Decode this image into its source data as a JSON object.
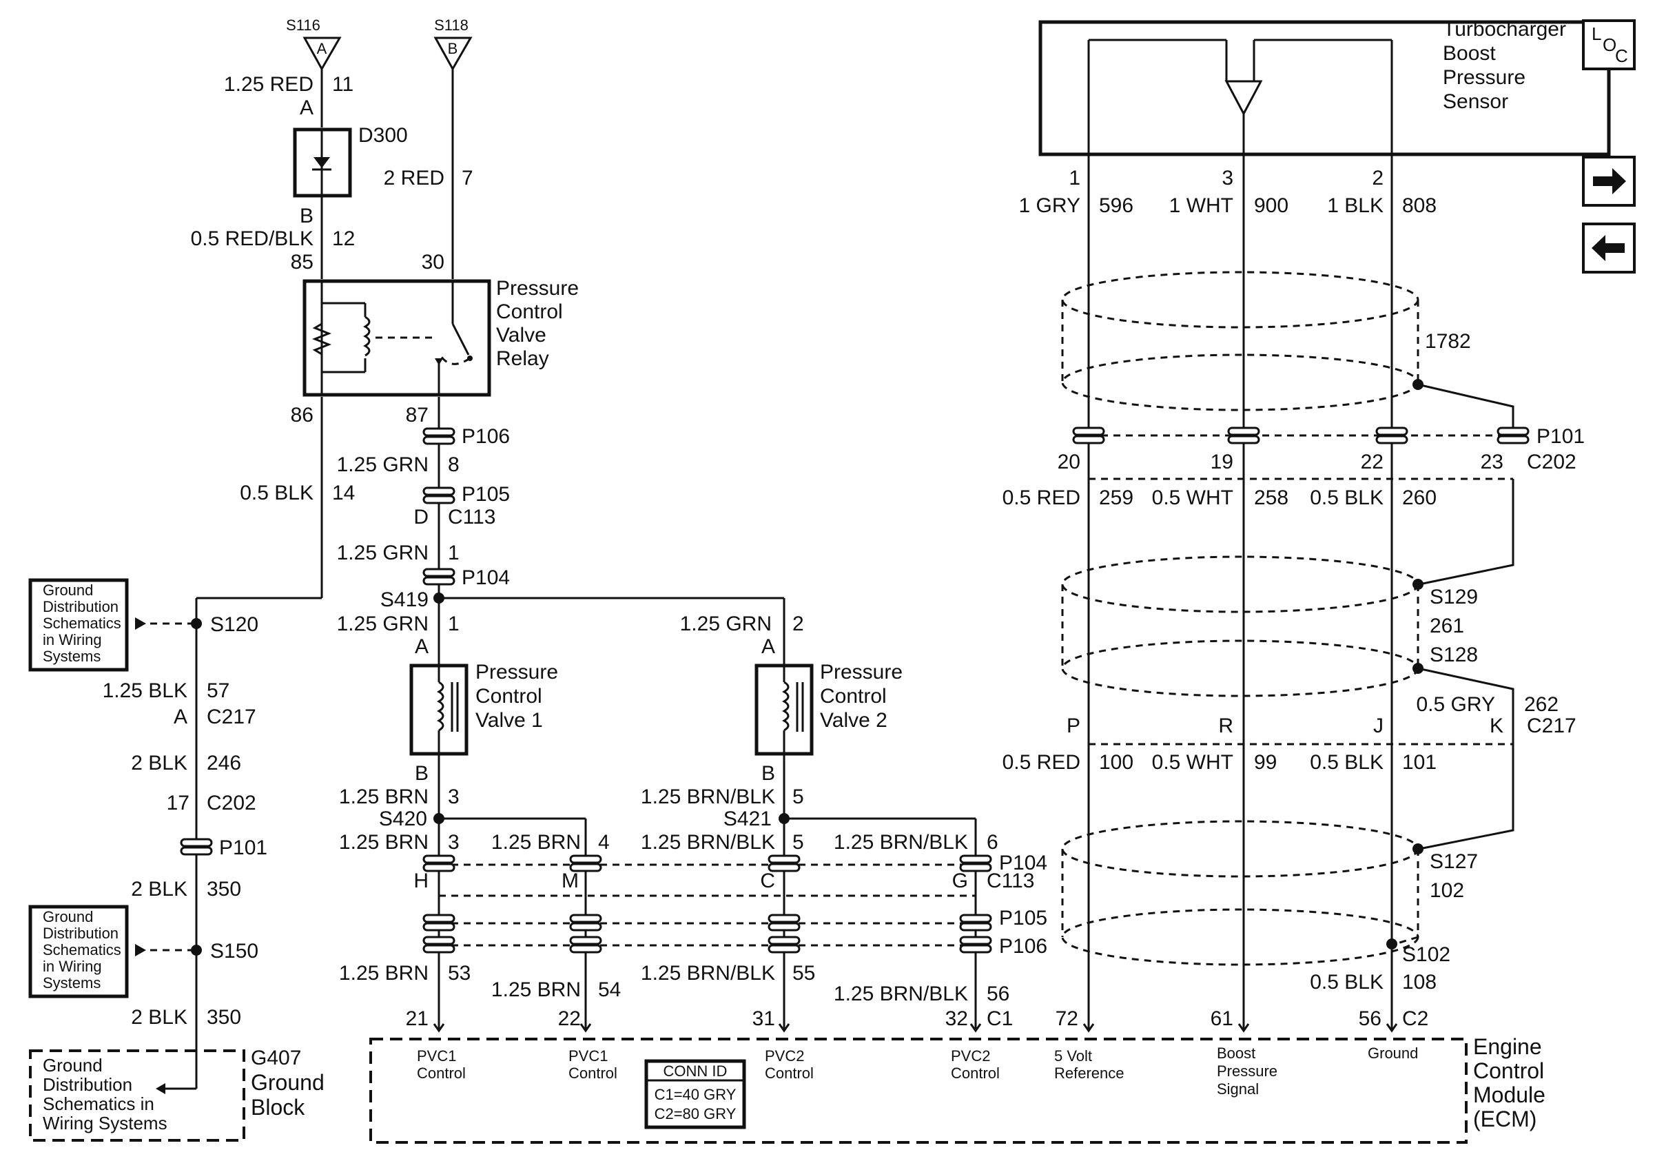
{
  "splices_top": {
    "s116": "S116",
    "s116_pin": "A",
    "s118": "S118",
    "s118_pin": "B"
  },
  "diode": {
    "name": "D300",
    "pin_a": "A",
    "pin_b": "B"
  },
  "relay": {
    "title_l1": "Pressure",
    "title_l2": "Control",
    "title_l3": "Valve",
    "title_l4": "Relay",
    "pin85": "85",
    "pin86": "86",
    "pin87": "87",
    "pin30": "30"
  },
  "sensor": {
    "title_l1": "Turbocharger",
    "title_l2": "Boost",
    "title_l3": "Pressure",
    "title_l4": "Sensor",
    "pin1": "1",
    "pin2": "2",
    "pin3": "3"
  },
  "ecm": {
    "title_l1": "Engine",
    "title_l2": "Control",
    "title_l3": "Module",
    "title_l4": "(ECM)",
    "c1": "C1",
    "c2": "C2",
    "conn_id_title": "CONN ID",
    "conn_id_c1": "C1=40 GRY",
    "conn_id_c2": "C2=80 GRY",
    "pins": [
      "21",
      "22",
      "31",
      "32",
      "72",
      "61",
      "56"
    ],
    "labels": {
      "pvc1_a_l1": "PVC1",
      "pvc1_a_l2": "Control",
      "pvc1_b_l1": "PVC1",
      "pvc1_b_l2": "Control",
      "pvc2_a_l1": "PVC2",
      "pvc2_a_l2": "Control",
      "pvc2_b_l1": "PVC2",
      "pvc2_b_l2": "Control",
      "ref_l1": "5 Volt",
      "ref_l2": "Reference",
      "sig_l1": "Boost",
      "sig_l2": "Pressure",
      "sig_l3": "Signal",
      "gnd": "Ground"
    }
  },
  "valves": {
    "v1_l1": "Pressure",
    "v1_l2": "Control",
    "v1_l3": "Valve 1",
    "v2_l1": "Pressure",
    "v2_l2": "Control",
    "v2_l3": "Valve 2"
  },
  "ground": {
    "box_l1": "Ground",
    "box_l2": "Distribution",
    "box_l3": "Schematics",
    "box_l4": "in Wiring",
    "box_l5": "Systems",
    "g407_l1": "Ground",
    "g407_l2": "Distribution",
    "g407_l3": "Schematics in",
    "g407_l4": "Wiring Systems",
    "g407": "G407",
    "g407_block1": "Ground",
    "g407_block2": "Block"
  },
  "wires": {
    "red_125": "1.25 RED",
    "c11": "11",
    "redblk_05": "0.5 RED/BLK",
    "c12": "12",
    "red_2": "2 RED",
    "c7": "7",
    "blk_05": "0.5 BLK",
    "c14": "14",
    "grn_125_8": "1.25 GRN",
    "c8": "8",
    "grn_125_1a": "1.25 GRN",
    "c1a": "1",
    "grn_125_1b": "1.25 GRN",
    "c1b": "1",
    "grn_125_2": "1.25 GRN",
    "c2": "2",
    "blk_125": "1.25 BLK",
    "c57": "57",
    "blk_2_246": "2 BLK",
    "c246": "246",
    "blk_2_350a": "2 BLK",
    "c350a": "350",
    "blk_2_350b": "2 BLK",
    "c350b": "350",
    "brn_125_3a": "1.25 BRN",
    "c3a": "3",
    "brn_125_3b": "1.25 BRN",
    "c3b": "3",
    "brn_125_4": "1.25 BRN",
    "c4": "4",
    "brnblk_5a": "1.25 BRN/BLK",
    "c5a": "5",
    "brnblk_5b": "1.25 BRN/BLK",
    "c5b": "5",
    "brnblk_6": "1.25 BRN/BLK",
    "c6": "6",
    "brn_53": "1.25 BRN",
    "c53": "53",
    "brn_54": "1.25 BRN",
    "c54": "54",
    "brnblk_55": "1.25 BRN/BLK",
    "c55": "55",
    "brnblk_56": "1.25 BRN/BLK",
    "c56": "56",
    "gry_1": "1 GRY",
    "c596": "596",
    "wht_1": "1 WHT",
    "c900": "900",
    "blk_1": "1 BLK",
    "c808": "808",
    "red_05a": "0.5 RED",
    "c259": "259",
    "wht_05a": "0.5 WHT",
    "c258": "258",
    "blk_05a": "0.5 BLK",
    "c260": "260",
    "red_05b": "0.5 RED",
    "c100": "100",
    "wht_05b": "0.5 WHT",
    "c99": "99",
    "blk_05b": "0.5 BLK",
    "c101": "101",
    "gry_05": "0.5 GRY",
    "c262": "262",
    "blk_05c": "0.5 BLK",
    "c108": "108",
    "c1782": "1782",
    "c261": "261",
    "c102": "102"
  },
  "connectors": {
    "p106": "P106",
    "p105": "P105",
    "p104": "P104",
    "c113": "C113",
    "d": "D",
    "s419": "S419",
    "s420": "S420",
    "s421": "S421",
    "s120": "S120",
    "s150": "S150",
    "c217": "C217",
    "c217_a": "A",
    "c202": "C202",
    "c202_17": "17",
    "p101": "P101",
    "pinA1": "A",
    "pinA2": "A",
    "pinB1": "B",
    "pinB2": "B",
    "H": "H",
    "M": "M",
    "C": "C",
    "G": "G",
    "p104b": "P104",
    "c113b": "C113",
    "p105b": "P105",
    "p106b": "P106",
    "p101r": "P101",
    "c202r": "C202",
    "pin20": "20",
    "pin19": "19",
    "pin22": "22",
    "pin23": "23",
    "s129": "S129",
    "s128": "S128",
    "s127": "S127",
    "s102": "S102",
    "P": "P",
    "R": "R",
    "J": "J",
    "K": "K",
    "c217r": "C217"
  },
  "nav": {
    "loc_l": "L",
    "loc_o": "O",
    "loc_c": "C",
    "next": "→",
    "prev": "←"
  }
}
